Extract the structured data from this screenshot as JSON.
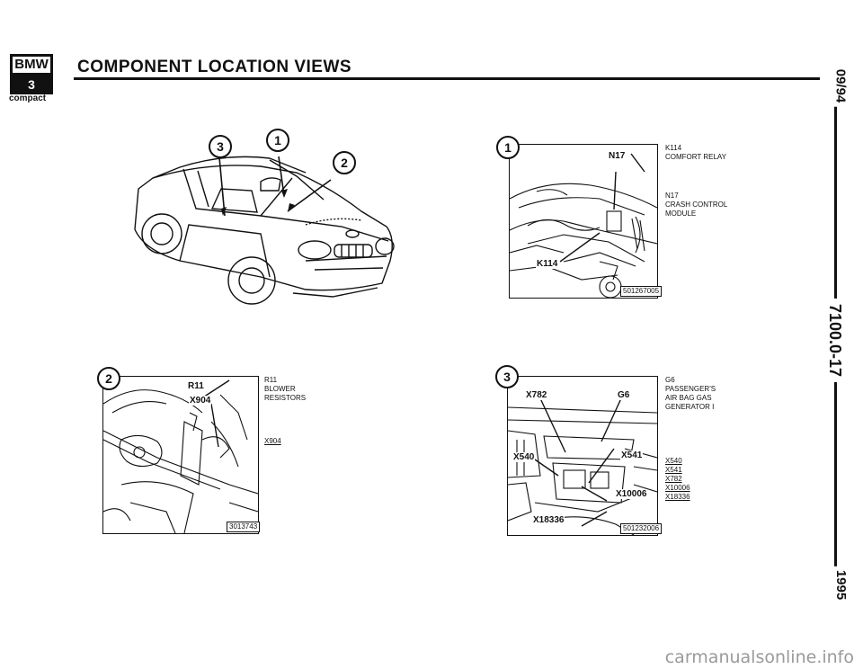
{
  "header": {
    "logo_brand": "BMW",
    "logo_series": "3",
    "logo_sub": "compact",
    "title": "COMPONENT LOCATION VIEWS"
  },
  "margin": {
    "date": "09/94",
    "page_number": "7100.0-17",
    "year": "1995"
  },
  "overview": {
    "callouts": [
      "3",
      "1",
      "2"
    ]
  },
  "panel1": {
    "number": "1",
    "image_labels": [
      "N17",
      "K114"
    ],
    "ref": "501267005",
    "legend": [
      {
        "code": "K114",
        "desc": "COMFORT RELAY"
      },
      {
        "code": "N17",
        "desc_line1": "CRASH CONTROL",
        "desc_line2": "MODULE"
      }
    ]
  },
  "panel2": {
    "number": "2",
    "image_labels": [
      "R11",
      "X904"
    ],
    "ref": "3013743",
    "legend": [
      {
        "code": "R11",
        "desc_line1": "BLOWER",
        "desc_line2": "RESISTORS"
      },
      {
        "code": "X904"
      }
    ]
  },
  "panel3": {
    "number": "3",
    "image_labels": [
      "X782",
      "G6",
      "X540",
      "X541",
      "X10006",
      "X18336"
    ],
    "ref": "501232006",
    "legend_main": {
      "code": "G6",
      "desc_line1": "PASSENGER'S",
      "desc_line2": "AIR BAG GAS",
      "desc_line3": "GENERATOR I"
    },
    "connectors": [
      "X540",
      "X541",
      "X782",
      "X10006",
      "X18336"
    ]
  },
  "footer": {
    "watermark": "carmanualsonline.info"
  }
}
